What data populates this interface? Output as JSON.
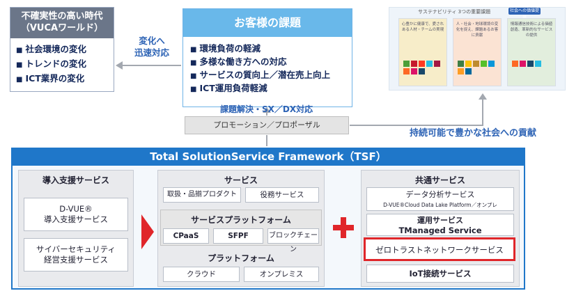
{
  "vuca": {
    "title_line1": "不確実性の高い時代",
    "title_line2": "（VUCAワールド）",
    "items": [
      "社会環境の変化",
      "トレンドの変化",
      "ICT業界の変化"
    ]
  },
  "arrow_left_label_line1": "変化へ",
  "arrow_left_label_line2": "迅速対応",
  "customer": {
    "title": "お客様の課題",
    "items": [
      "環境負荷の軽減",
      "多様な働き方への対応",
      "サービスの質向上／潜在売上向上",
      "ICT運用負荷軽減"
    ]
  },
  "solve_label": "課題解決・SX／DX対応",
  "promotion": "プロモーション／プロポーザル",
  "sustainable_label": "持続可能で豊かな社会への貢献",
  "sdg": {
    "title": "サステナビリティ 3つの重要課題",
    "badge": "社会への価値提供",
    "cards": [
      "心豊かに健康で、愛されある人材・チームの実現",
      "人・社会・地球環境の変化を捉え、課題あるお客に貢献",
      "情報通信技術による価値創造、革新的なサービスの提供"
    ]
  },
  "tsf": {
    "title": "Total SolutionService Framework（TSF）",
    "intro": {
      "title": "導入支援サービス",
      "items": [
        {
          "line1": "D-VUE®",
          "line2": "導入支援サービス"
        },
        {
          "line1": "サイバーセキュリティ",
          "line2": "経営支援サービス"
        }
      ]
    },
    "service": {
      "title": "サービス",
      "items": [
        "取扱・品揃プロダクト",
        "役務サービス"
      ]
    },
    "platform_service": {
      "title": "サービスプラットフォーム",
      "items": [
        "CPaaS",
        "SFPF",
        "ブロックチェーン"
      ]
    },
    "platform": {
      "title": "プラットフォーム",
      "items": [
        "クラウド",
        "オンプレミス"
      ]
    },
    "common": {
      "title": "共通サービス",
      "data_line1": "データ分析サービス",
      "data_line2": "D-VUE®Cloud Data Lake Platform／オンプレ",
      "ops_line1": "運用サービス",
      "ops_line2": "TManaged Service",
      "zero_trust": "ゼロトラストネットワークサービス",
      "iot": "IoT接続サービス"
    }
  },
  "colors": {
    "accent_blue": "#1f77c9",
    "highlight_red": "#e0262a",
    "header_grey": "#6b7689"
  }
}
